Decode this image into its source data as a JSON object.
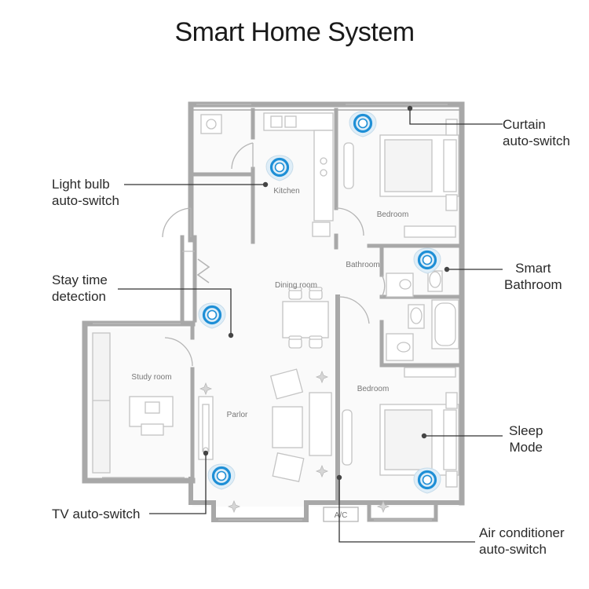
{
  "title": "Smart Home System",
  "colors": {
    "wall": "#a8a8a8",
    "accent": "#1e8fd6",
    "leader": "#333333",
    "furniture": "#c4c4c4",
    "room_fill": "#fafafa"
  },
  "rooms": {
    "kitchen": "Kitchen",
    "bedroom_top": "Bedroom",
    "bathroom": "Bathroom",
    "dining_room": "Dining room",
    "study_room": "Study room",
    "parlor": "Parlor",
    "bedroom_bottom": "Bedroom",
    "ac_unit": "A/C"
  },
  "callouts": {
    "light_bulb": [
      "Light bulb",
      "auto-switch"
    ],
    "stay_time": [
      "Stay time",
      "detection"
    ],
    "tv": [
      "TV auto-switch"
    ],
    "curtain": [
      "Curtain",
      "auto-switch"
    ],
    "smart_bathroom": [
      "Smart",
      "Bathroom"
    ],
    "sleep_mode": [
      "Sleep",
      "Mode"
    ],
    "air_conditioner": [
      "Air conditioner",
      "auto-switch"
    ]
  },
  "sensor_icon": "blue-ring-sensor-icon"
}
